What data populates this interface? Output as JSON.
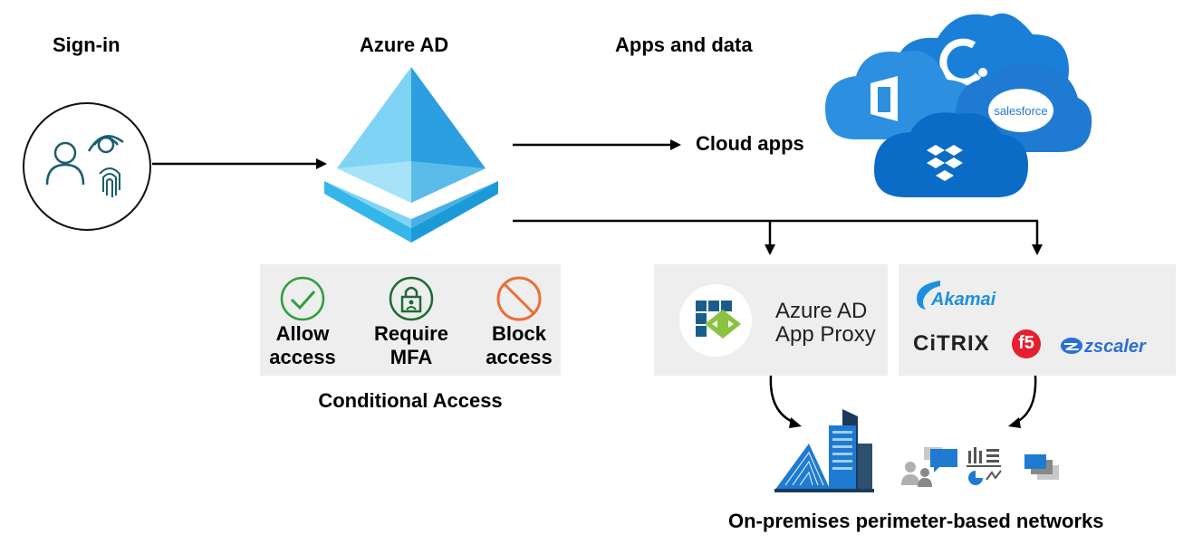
{
  "headers": {
    "signin": "Sign-in",
    "azuread": "Azure AD",
    "apps": "Apps and data"
  },
  "cloud_apps_label": "Cloud apps",
  "cloud_logos": {
    "salesforce": "salesforce"
  },
  "conditional_access": {
    "title": "Conditional Access",
    "options": [
      {
        "line1": "Allow",
        "line2": "access",
        "icon": "check-circle-icon",
        "color": "#2e9e3e"
      },
      {
        "line1": "Require",
        "line2": "MFA",
        "icon": "lock-circle-icon",
        "color": "#1e6b32"
      },
      {
        "line1": "Block",
        "line2": "access",
        "icon": "blocked-circle-icon",
        "color": "#e8703a"
      }
    ]
  },
  "proxy": {
    "line1": "Azure AD",
    "line2": "App Proxy"
  },
  "partners": {
    "akamai": "Akamai",
    "citrix": "CiTRIX",
    "f5": "f5",
    "zscaler": "zscaler"
  },
  "onprem_label": "On-premises perimeter-based networks",
  "colors": {
    "cloud_light": "#4aa3e8",
    "cloud_dark": "#0c6fd0",
    "azure_blue": "#2fb3e8",
    "panel_bg": "#eeeeee",
    "signin_stroke": "#1b5d6e"
  }
}
